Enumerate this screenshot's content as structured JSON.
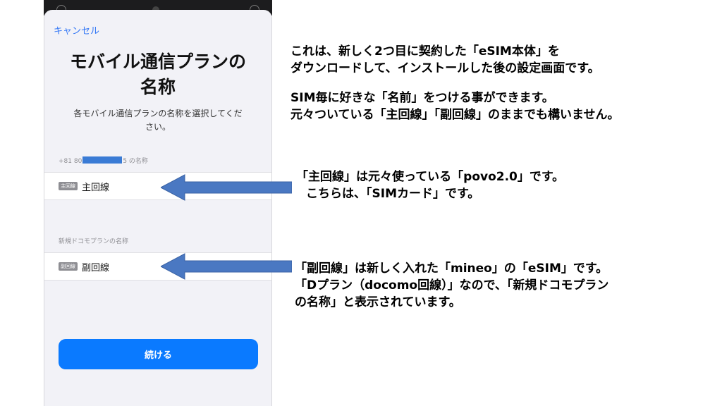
{
  "modal": {
    "cancel_label": "キャンセル",
    "title_line1": "モバイル通信プランの",
    "title_line2": "名称",
    "subtitle_line1": "各モバイル通信プランの名称を選択してくだ",
    "subtitle_line2": "さい。",
    "section1_prefix": "+81 80",
    "section1_suffix": "5 の名称",
    "section2_label": "新規ドコモプランの名称",
    "row1": {
      "tag": "主回線",
      "name": "主回線"
    },
    "row2": {
      "tag": "副回線",
      "name": "副回線"
    },
    "continue_label": "続ける"
  },
  "annotations": {
    "intro_line1": "これは、新しく2つ目に契約した「eSIM本体」を",
    "intro_line2": "ダウンロードして、インストールした後の設定画面です。",
    "intro_line3": "SIM毎に好きな「名前」をつける事ができます。",
    "intro_line4": "元々ついている「主回線」「副回線」のままでも構いません。",
    "main_line1": "「主回線」は元々使っている「povo2.0」です。",
    "main_line2": "こちらは、「SIMカード」です。",
    "sub_line1": "「副回線」は新しく入れた「mineo」の「eSIM」です。",
    "sub_line2": "「Dプラン（docomo回線）」なので、「新規ドコモプラン",
    "sub_line3": "の名称」と表示されています。"
  },
  "colors": {
    "accent": "#0a7aff",
    "arrow": "#4a78c2",
    "redaction": "#3a7bd5"
  }
}
